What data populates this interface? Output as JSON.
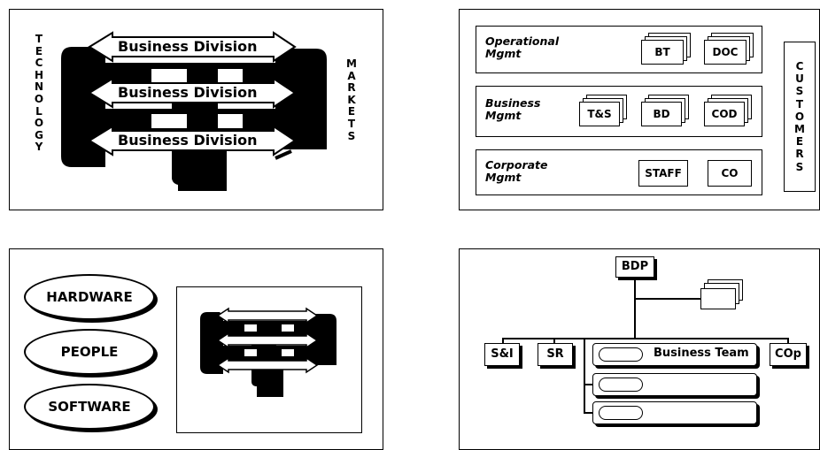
{
  "panel1": {
    "left_label": "TECHNOLOGY",
    "right_label": "MARKETS",
    "divisions": [
      "Business Division",
      "Business Division",
      "Business Division"
    ]
  },
  "panel2": {
    "rows": [
      {
        "label": "Operational\nMgmt",
        "boxes": [
          "BT",
          "DOC"
        ]
      },
      {
        "label": "Business\nMgmt",
        "boxes": [
          "T&S",
          "BD",
          "COD"
        ]
      },
      {
        "label": "Corporate\nMgmt",
        "boxes": [
          "STAFF",
          "CO"
        ]
      }
    ],
    "side_label": "CUSTOMERS"
  },
  "panel3": {
    "ovals": [
      "HARDWARE",
      "PEOPLE",
      "SOFTWARE"
    ]
  },
  "panel4": {
    "top": "BDP",
    "left_boxes": [
      "S&I",
      "SR"
    ],
    "team_label": "Business Team",
    "right_box": "COp"
  }
}
